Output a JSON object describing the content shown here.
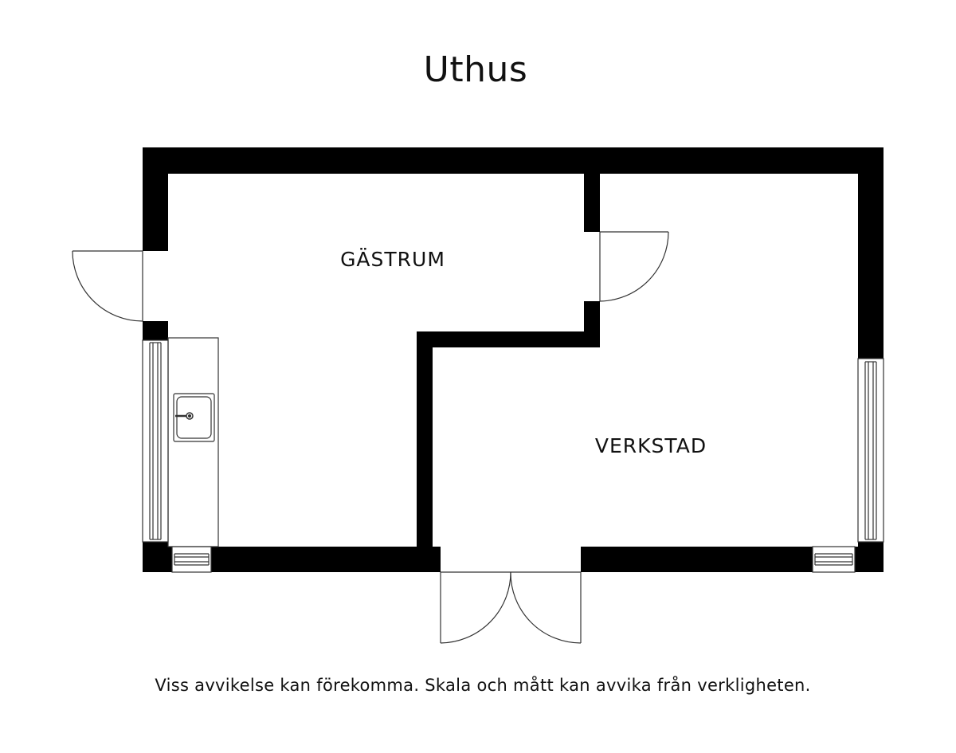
{
  "title": "Uthus",
  "rooms": {
    "guest_room": "GÄSTRUM",
    "workshop": "VERKSTAD"
  },
  "disclaimer": "Viss avvikelse kan förekomma. Skala och mått kan avvika från verkligheten.",
  "colors": {
    "wall": "#000000",
    "line": "#333333",
    "background": "#ffffff"
  }
}
